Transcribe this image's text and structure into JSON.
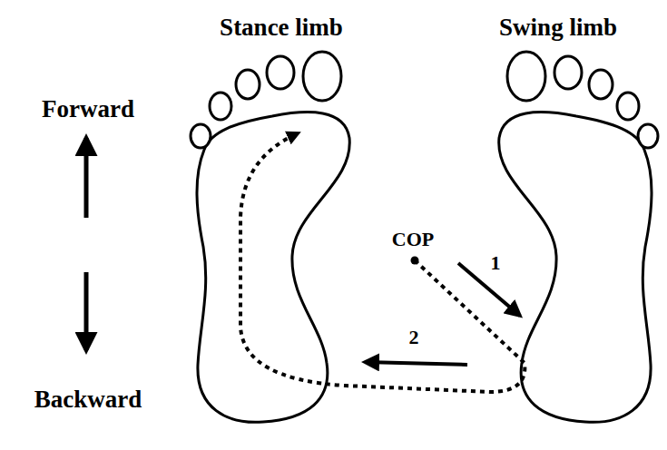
{
  "diagram": {
    "labels": [
      "Stance limb",
      "Swing limb",
      "Forward",
      "Backward",
      "COP",
      "1",
      "2"
    ]
  }
}
